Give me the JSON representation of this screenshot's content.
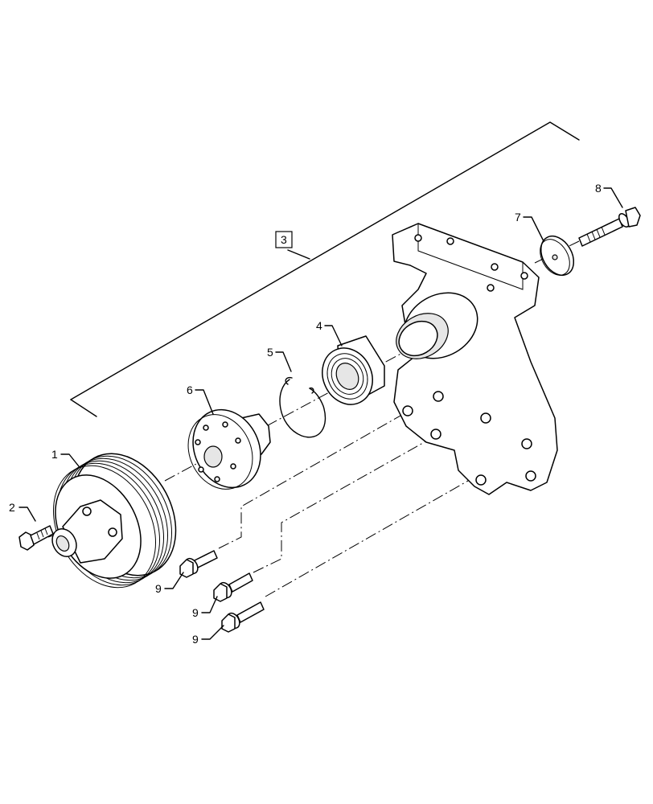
{
  "callouts": {
    "c1": "1",
    "c2": "2",
    "c3": "3",
    "c4": "4",
    "c5": "5",
    "c6": "6",
    "c7": "7",
    "c8": "8",
    "c9a": "9",
    "c9b": "9",
    "c9c": "9"
  }
}
